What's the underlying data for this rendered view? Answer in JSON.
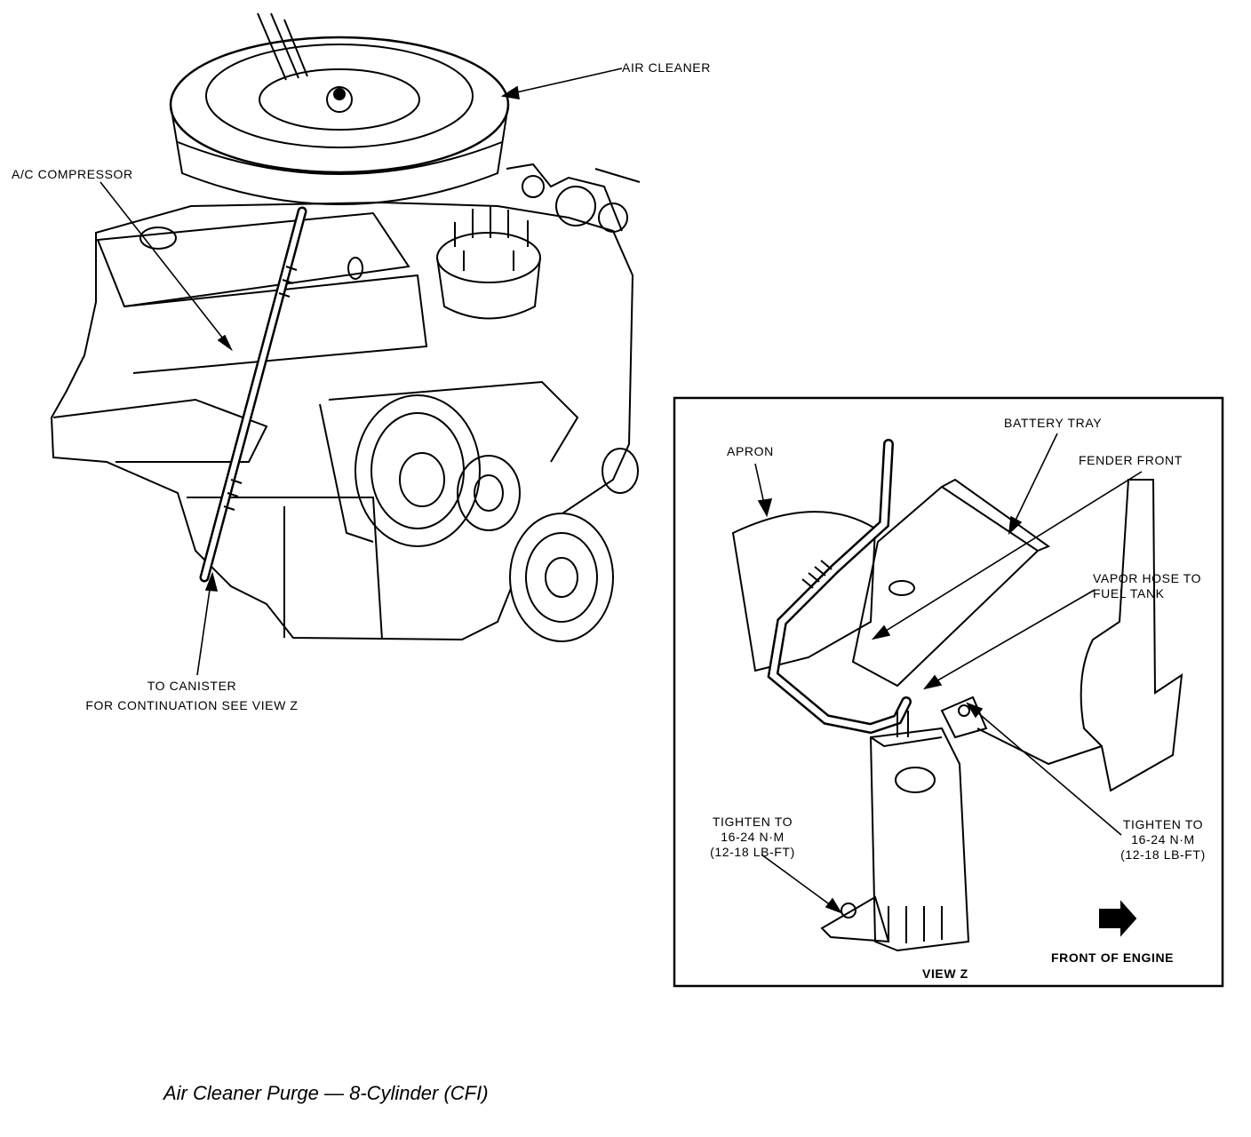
{
  "main_view": {
    "labels": {
      "air_cleaner": "AIR CLEANER",
      "ac_compressor": "A/C COMPRESSOR",
      "to_canister_line1": "TO CANISTER",
      "to_canister_line2": "FOR CONTINUATION SEE VIEW Z"
    }
  },
  "view_z": {
    "labels": {
      "battery_tray": "BATTERY TRAY",
      "apron": "APRON",
      "fender_front": "FENDER FRONT",
      "vapor_hose_line1": "VAPOR HOSE TO",
      "vapor_hose_line2": "FUEL TANK",
      "tighten_left_line1": "TIGHTEN TO",
      "tighten_left_line2": "16-24 N·m",
      "tighten_left_line3": "(12-18 LB-FT)",
      "tighten_right_line1": "TIGHTEN TO",
      "tighten_right_line2": "16-24 N·m",
      "tighten_right_line3": "(12-18 LB-FT)",
      "front_of_engine": "FRONT OF ENGINE",
      "view_title": "VIEW Z"
    }
  },
  "caption": "Air Cleaner Purge — 8-Cylinder (CFI)"
}
